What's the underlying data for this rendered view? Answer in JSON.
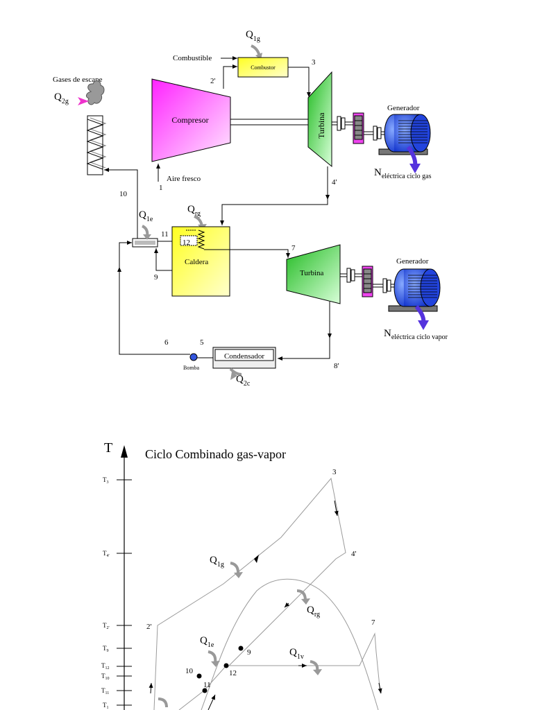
{
  "plant": {
    "q1g": {
      "main": "Q",
      "sub": "1g"
    },
    "q2g": {
      "main": "Q",
      "sub": "2g"
    },
    "qrg": {
      "main": "Q",
      "sub": "rg"
    },
    "q1e": {
      "main": "Q",
      "sub": "1e"
    },
    "q2c": {
      "main": "Q",
      "sub": "2c"
    },
    "combustible": "Combustible",
    "combustor": "Combustor",
    "exhaust": "Gases de escape",
    "compressor": "Compresor",
    "air": "Aire fresco",
    "gas_turbine": "Turbina",
    "steam_turbine": "Turbina",
    "generator1": "Generador",
    "generator2": "Generador",
    "n_gas": {
      "main": "N",
      "sub": "eléctrica ciclo gas"
    },
    "n_vapor": {
      "main": "N",
      "sub": "eléctrica ciclo vapor"
    },
    "boiler": "Caldera",
    "condenser": "Condensador",
    "pump": "Bomba",
    "points": {
      "p1": "1",
      "p2": "2'",
      "p3": "3",
      "p4": "4'",
      "p5": "5",
      "p6": "6",
      "p7": "7",
      "p8": "8'",
      "p9": "9",
      "p10": "10",
      "p11": "11",
      "p12": "12"
    }
  },
  "ts": {
    "axis": "T",
    "title": "Ciclo Combinado gas-vapor",
    "ticks": [
      {
        "main": "T",
        "sub": "3"
      },
      {
        "main": "T",
        "sub": "4'"
      },
      {
        "main": "T",
        "sub": "2'"
      },
      {
        "main": "T",
        "sub": "9"
      },
      {
        "main": "T",
        "sub": "12"
      },
      {
        "main": "T",
        "sub": "10"
      },
      {
        "main": "T",
        "sub": "11"
      },
      {
        "main": "T",
        "sub": "1"
      }
    ],
    "q1g": {
      "main": "Q",
      "sub": "1g"
    },
    "qrg": {
      "main": "Q",
      "sub": "rg"
    },
    "q1e": {
      "main": "Q",
      "sub": "1e"
    },
    "q1v": {
      "main": "Q",
      "sub": "1v"
    },
    "points": {
      "p3": "3",
      "p4": "4'",
      "p2": "2'",
      "p7": "7",
      "p9": "9",
      "p10": "10",
      "p11": "11",
      "p12": "12"
    }
  },
  "colors": {
    "compressor": "#ff33ff",
    "turbine": "#33cc33",
    "combustor": "#ffff33",
    "boiler": "#ffff44",
    "generator": "#2244ee",
    "heat_arrow": "#999999",
    "exhaust_arrow": "#ee33cc",
    "power_arrow": "#5533dd"
  }
}
